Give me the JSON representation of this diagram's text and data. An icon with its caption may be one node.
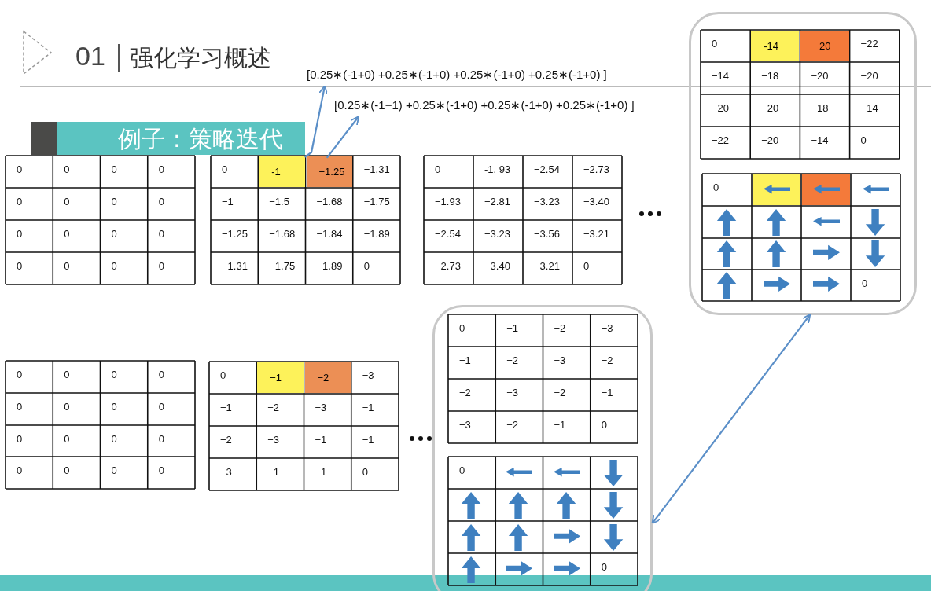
{
  "diagram": {
    "title": "强化学习概述",
    "nodes": [
      {
        "text": [
          "例子：策略迭代"
        ]
      },
      {
        "text": [
          "[0.25∗(-1+0) +0.25∗(-1+0) +0.25∗(-1+0) +0.25∗(-1+0) ]"
        ]
      },
      {
        "text": [
          "[0.25∗(-1−1) +0.25∗(-1+0) +0.25∗(-1+0) +0.25∗(-1+0) ]"
        ]
      },
      {
        "text": [
          "-1"
        ]
      },
      {
        "text": [
          "−1.25"
        ]
      },
      {
        "text": [],
        "shape": "box"
      },
      {
        "text": [
          "-14"
        ],
        "in": 5
      },
      {
        "text": [
          "−20"
        ],
        "in": 5
      },
      {
        "text": [
          "−1"
        ]
      },
      {
        "text": [
          "−2"
        ]
      },
      {
        "text": [],
        "shape": "box"
      }
    ],
    "edges": [
      {
        "from": 3,
        "to": 1,
        "arrow": "to"
      },
      {
        "from": 4,
        "to": 2,
        "arrow": "to"
      },
      {
        "from": 10,
        "to": 5,
        "arrow": "both"
      }
    ],
    "labels": [
      "01",
      "0",
      "0",
      "0",
      "0",
      "0",
      "0",
      "0",
      "0",
      "0",
      "0",
      "0",
      "0",
      "0",
      "0",
      "0",
      "0",
      "0",
      "−1.31",
      "−1",
      "−1.5",
      "−1.68",
      "−1.75",
      "−1.25",
      "−1.68",
      "−1.84",
      "−1.89",
      "−1.31",
      "−1.75",
      "−1.89",
      "0",
      "0",
      "-1. 93",
      "−2.54",
      "−2.73",
      "−1.93",
      "−2.81",
      "−3.23",
      "−3.40",
      "−2.54",
      "−3.23",
      "−3.56",
      "−3.21",
      "−2.73",
      "−3.40",
      "−3.21",
      "0",
      "0",
      "−22",
      "−14",
      "−18",
      "−20",
      "−20",
      "−20",
      "−20",
      "−18",
      "−14",
      "−22",
      "−20",
      "−14",
      "0",
      "0",
      "0",
      "0",
      "0",
      "0",
      "0",
      "0",
      "0",
      "0",
      "0",
      "0",
      "0",
      "0",
      "0",
      "0",
      "0",
      "0",
      "0",
      "0",
      "−3",
      "−1",
      "−2",
      "−3",
      "−1",
      "−2",
      "−3",
      "−1",
      "−1",
      "−3",
      "−1",
      "−1",
      "0",
      "0",
      "−1",
      "−2",
      "−3",
      "−1",
      "−2",
      "−3",
      "−2",
      "−2",
      "−3",
      "−2",
      "−1",
      "−3",
      "−2",
      "−1",
      "0",
      "0",
      "0"
    ]
  }
}
